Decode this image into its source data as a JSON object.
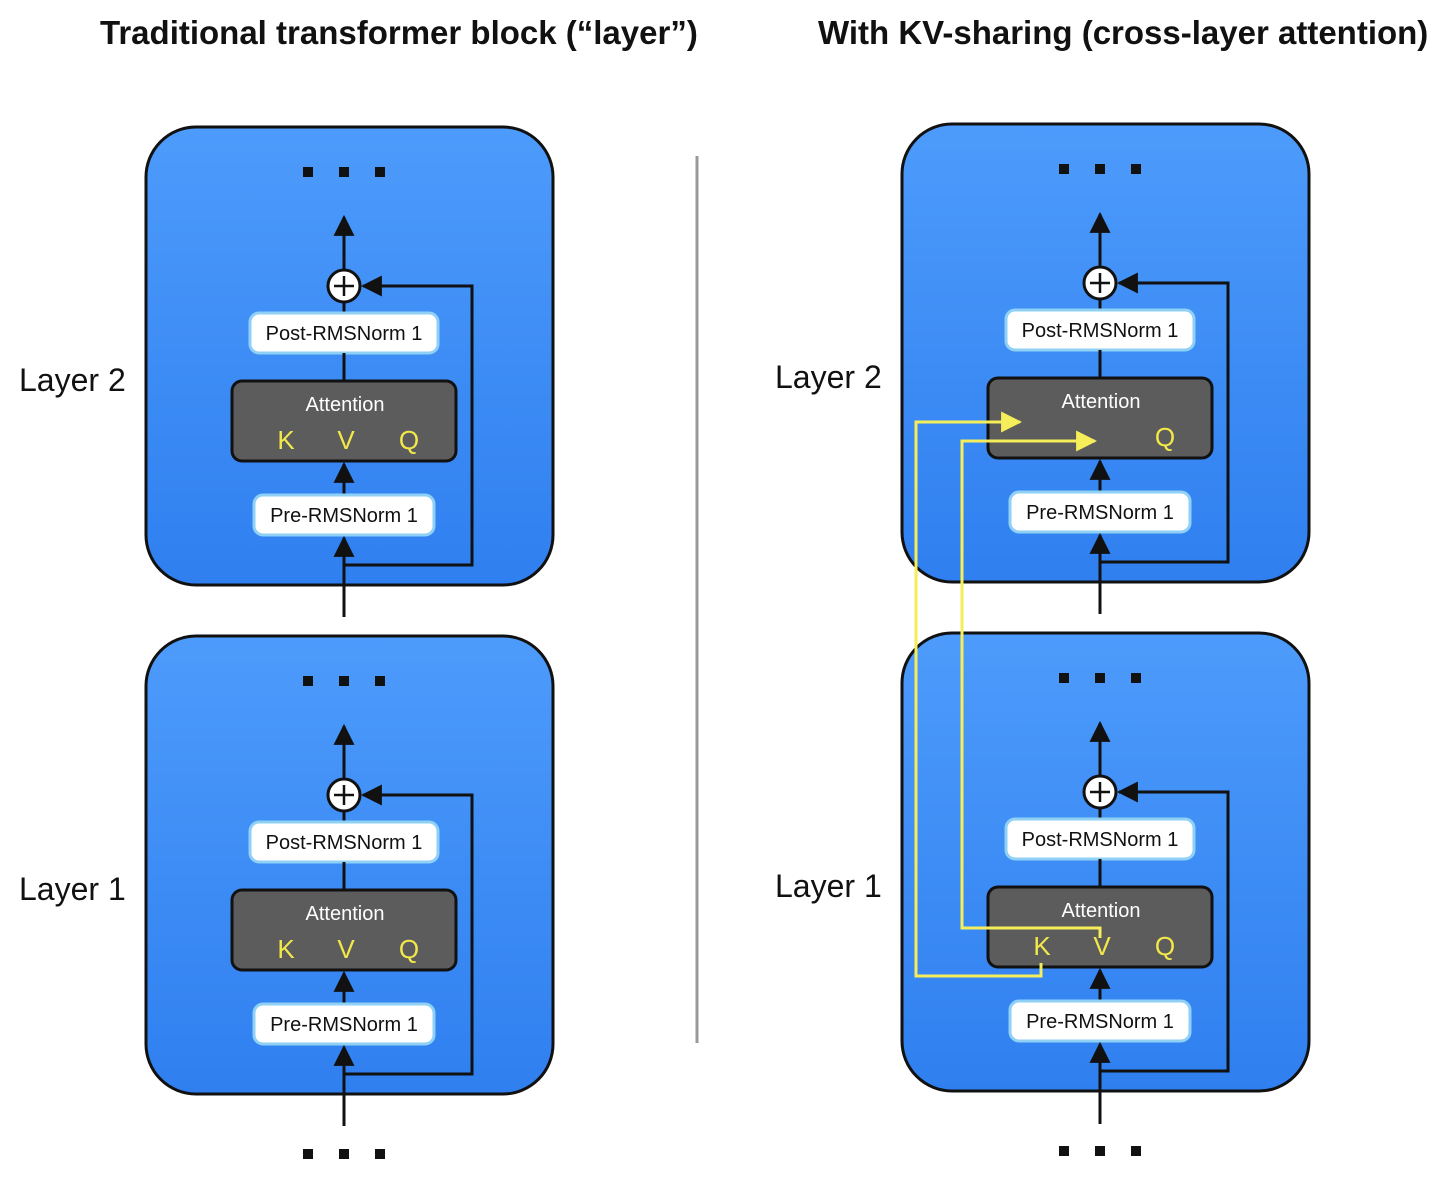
{
  "titles": {
    "left": "Traditional transformer block (“layer”)",
    "right": "With KV-sharing (cross-layer attention)"
  },
  "panels": {
    "left": {
      "layers": [
        {
          "label": "Layer 2",
          "ellipsis": "...",
          "pre_norm": "Pre-RMSNorm 1",
          "attention": "Attention",
          "post_norm": "Post-RMSNorm 1",
          "k": "K",
          "v": "V",
          "q": "Q"
        },
        {
          "label": "Layer 1",
          "ellipsis": "...",
          "pre_norm": "Pre-RMSNorm 1",
          "attention": "Attention",
          "post_norm": "Post-RMSNorm 1",
          "k": "K",
          "v": "V",
          "q": "Q"
        }
      ]
    },
    "right": {
      "layers": [
        {
          "label": "Layer 2",
          "ellipsis": "...",
          "pre_norm": "Pre-RMSNorm 1",
          "attention": "Attention",
          "post_norm": "Post-RMSNorm 1",
          "q": "Q"
        },
        {
          "label": "Layer 1",
          "ellipsis": "...",
          "pre_norm": "Pre-RMSNorm 1",
          "attention": "Attention",
          "post_norm": "Post-RMSNorm 1",
          "k": "K",
          "v": "V",
          "q": "Q"
        }
      ]
    }
  },
  "input_ellipsis": "...",
  "colors": {
    "block_fill_top": "#4d9bfb",
    "block_fill_bottom": "#2f7ff0",
    "attention_fill": "#5c5c5c",
    "kvq_text": "#f2e84a",
    "kv_share_line": "#f5ee5a",
    "divider": "#999999"
  }
}
